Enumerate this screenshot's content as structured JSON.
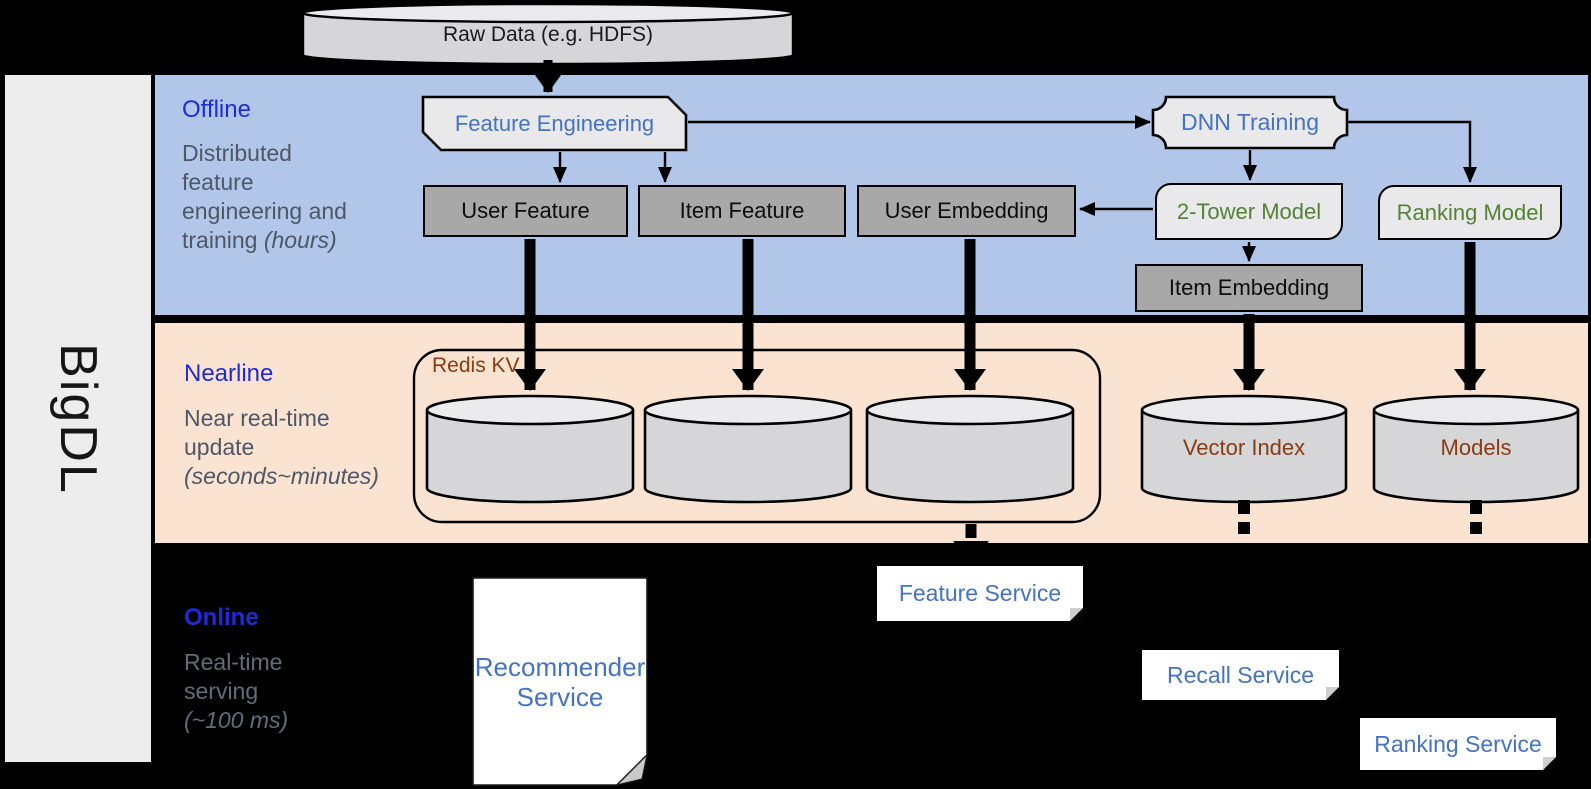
{
  "theme": {
    "offline-bg": "#b2c6e9",
    "nearline-bg": "#fbe3d1",
    "sidebar": "#ededed",
    "title": "#1e2bd7",
    "desc": "#4d5766",
    "online-desc": "#626c7c",
    "node-blue": "#4472c4",
    "node-green": "#548235",
    "node-brown": "#8a3c10",
    "box-gray": "#a8a8a8",
    "box-light": "#e9e9eb"
  },
  "brand": {
    "label": "BigDL"
  },
  "pipeline": {
    "source_label": "Raw Data (e.g. HDFS)"
  },
  "sections": {
    "offline": {
      "title": "Offline",
      "desc_lines": [
        "Distributed",
        "feature",
        "engineering and"
      ],
      "desc_tail": "training ",
      "desc_italic": "(hours)"
    },
    "nearline": {
      "title": "Nearline",
      "desc_lines": [
        "Near real-time",
        "update"
      ],
      "desc_tail": "",
      "desc_italic": "(seconds~minutes)"
    },
    "online": {
      "title": "Online",
      "desc_lines": [
        "Real-time",
        "serving"
      ],
      "desc_tail": "",
      "desc_italic": "(~100 ms)"
    }
  },
  "nodes": {
    "feature_engineering": "Feature Engineering",
    "dnn_training": "DNN Training",
    "user_feature": "User Feature",
    "item_feature": "Item Feature",
    "user_embedding": "User Embedding",
    "two_tower_model": "2-Tower Model",
    "ranking_model": "Ranking Model",
    "item_embedding": "Item Embedding",
    "redis_kv": "Redis KV",
    "vector_index": "Vector Index",
    "models": "Models",
    "recommender_service": "Recommender Service",
    "feature_service": "Feature Service",
    "recall_service": "Recall Service",
    "ranking_service": "Ranking Service"
  }
}
